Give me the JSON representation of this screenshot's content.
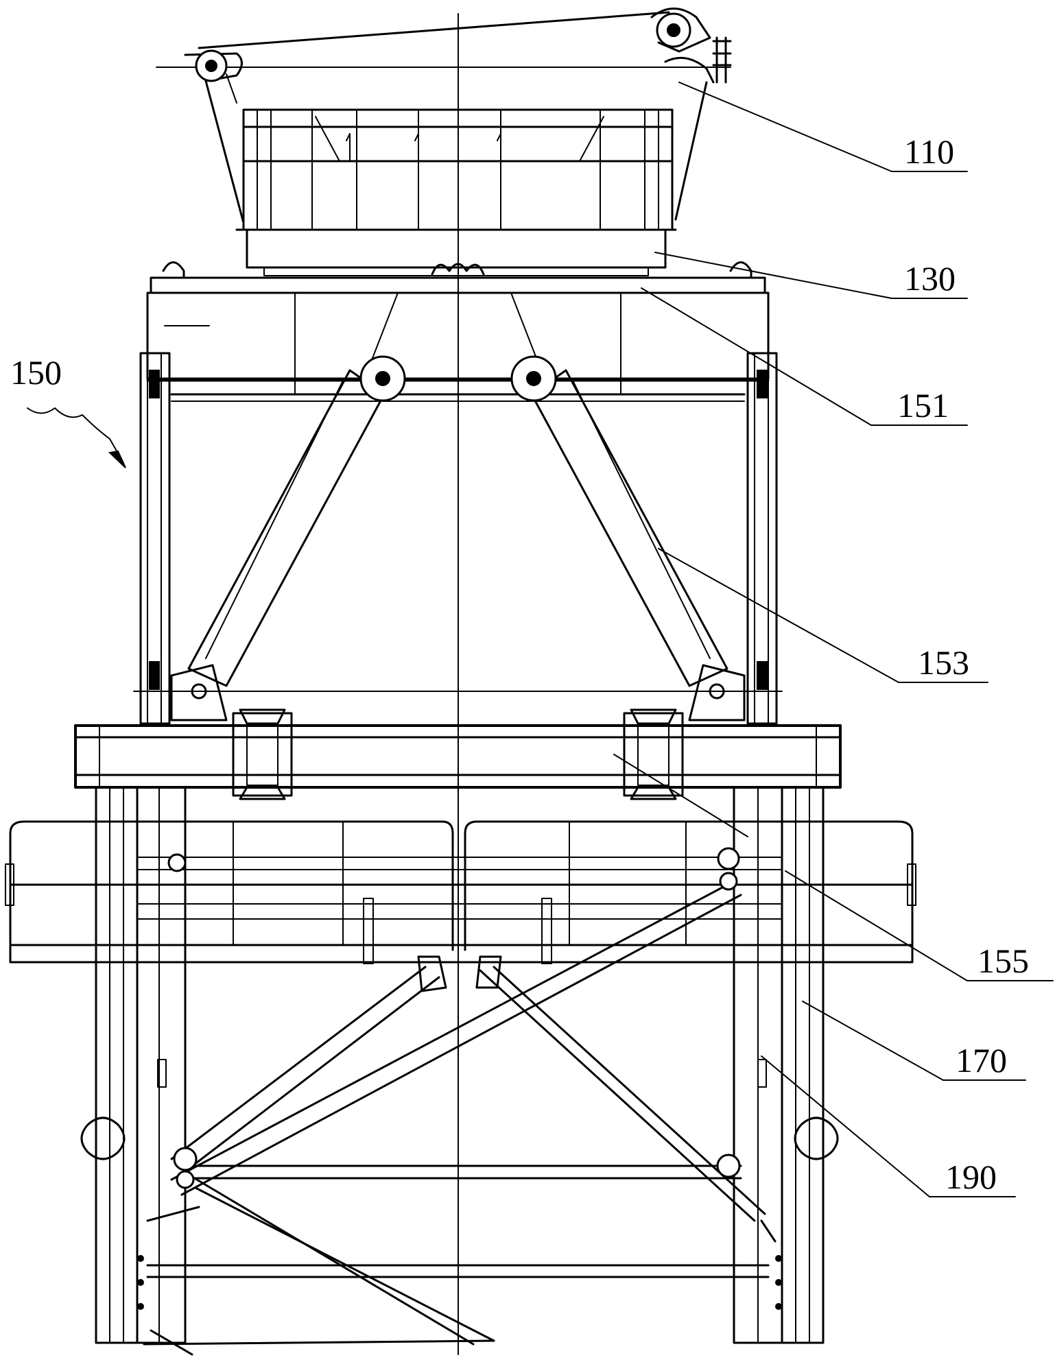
{
  "figure": {
    "labels": [
      {
        "id": "110",
        "text": "110"
      },
      {
        "id": "130",
        "text": "130"
      },
      {
        "id": "150",
        "text": "150"
      },
      {
        "id": "151",
        "text": "151"
      },
      {
        "id": "153",
        "text": "153"
      },
      {
        "id": "155",
        "text": "155"
      },
      {
        "id": "170",
        "text": "170"
      },
      {
        "id": "190",
        "text": "190"
      }
    ]
  },
  "colors": {
    "line": "#000000",
    "background": "#ffffff"
  }
}
